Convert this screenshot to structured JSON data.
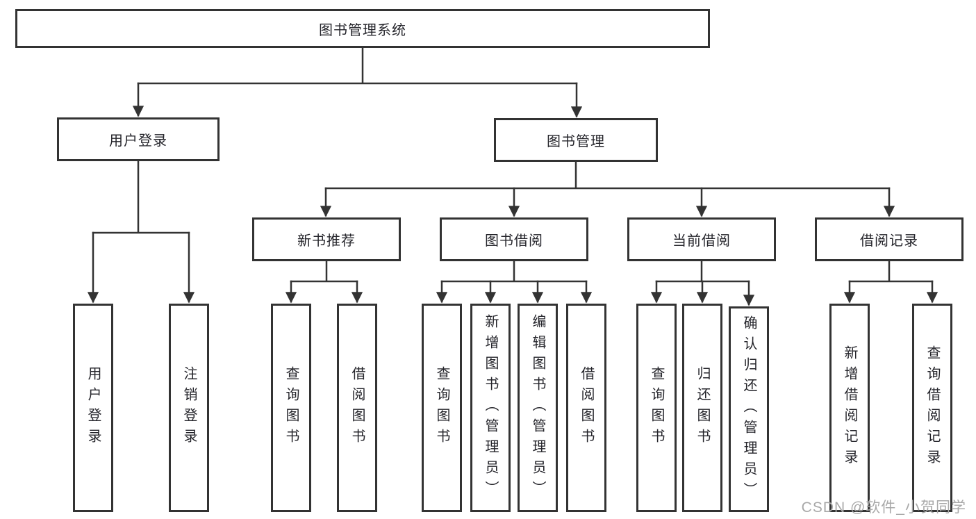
{
  "nodes": {
    "root": "图书管理系统",
    "user_login": "用户登录",
    "book_mgmt": "图书管理",
    "new_book": "新书推荐",
    "book_borrow": "图书借阅",
    "current_borrow": "当前借阅",
    "borrow_record": "借阅记录",
    "leaves": {
      "ul_login": "用户登录",
      "ul_logout": "注销登录",
      "nb_query": "查询图书",
      "nb_borrow": "借阅图书",
      "bb_query": "查询图书",
      "bb_add": "新增图书（管理员）",
      "bb_edit": "编辑图书（管理员）",
      "bb_borrow": "借阅图书",
      "cb_query": "查询图书",
      "cb_return": "归还图书",
      "cb_confirm": "确认归还（管理员）",
      "br_add": "新增借阅记录",
      "br_query": "查询借阅记录"
    }
  },
  "watermark": "CSDN @软件_小贺同学",
  "colors": {
    "line": "#333333",
    "box_border": "#333333",
    "text": "#25252b",
    "background": "#ffffff",
    "watermark": "#a8a8a8"
  }
}
